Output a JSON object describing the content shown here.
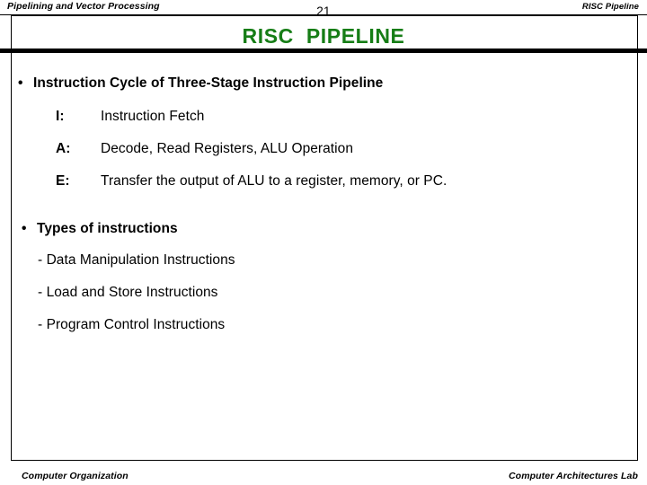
{
  "header": {
    "left_text": "Pipelining and Vector Processing",
    "page_number": "21",
    "right_text": "RISC Pipeline"
  },
  "title": {
    "text": "RISC  PIPELINE",
    "color": "#167d16"
  },
  "body": {
    "bullet_marker": "•",
    "bullet_1": {
      "label": "Instruction Cycle of Three-Stage Instruction Pipeline",
      "stages": [
        {
          "key": "I:",
          "value": "Instruction Fetch"
        },
        {
          "key": "A:",
          "value": "Decode, Read Registers, ALU Operation"
        },
        {
          "key": "E:",
          "value": "Transfer the output of ALU to a register, memory, or PC."
        }
      ]
    },
    "bullet_2": {
      "label": "Types of instructions",
      "items": [
        "- Data Manipulation Instructions",
        "- Load and Store Instructions",
        "- Program Control Instructions"
      ]
    }
  },
  "footer": {
    "left_text": "Computer Organization",
    "right_text": "Computer Architectures Lab"
  }
}
